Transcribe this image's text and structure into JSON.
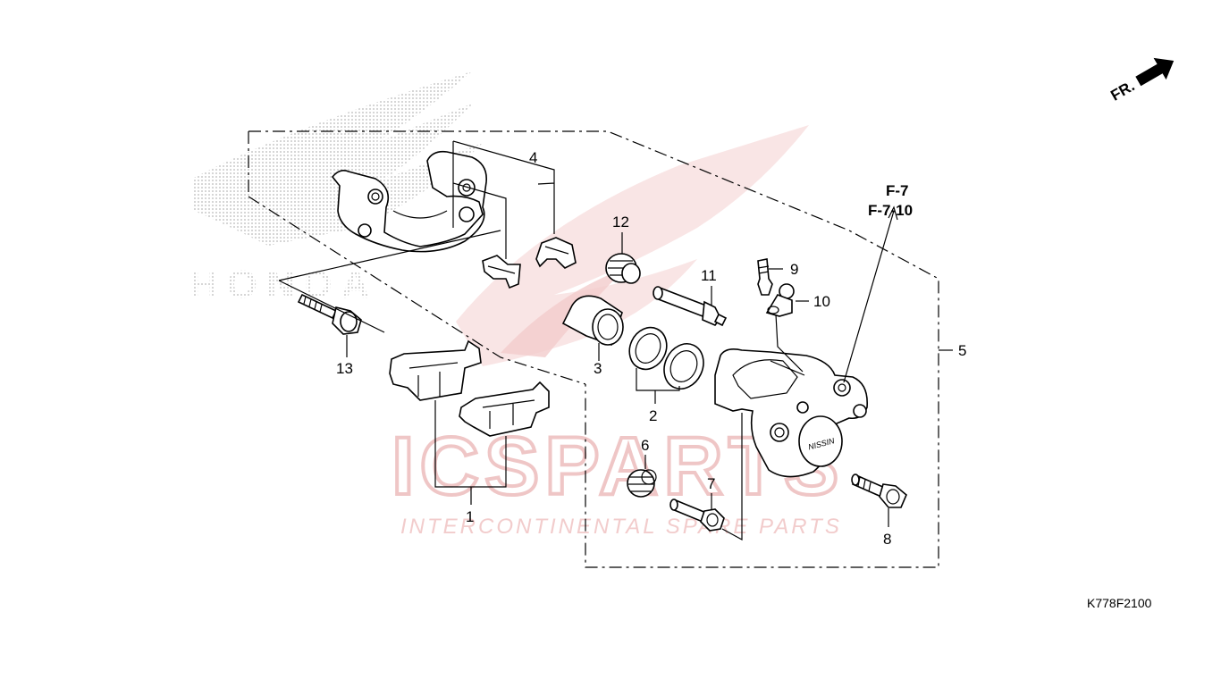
{
  "diagram": {
    "callouts": {
      "p1": "1",
      "p2": "2",
      "p3": "3",
      "p4": "4",
      "p5": "5",
      "p6": "6",
      "p7": "7",
      "p8": "8",
      "p9": "9",
      "p10": "10",
      "p11": "11",
      "p12": "12",
      "p13": "13"
    },
    "references": [
      "F-7",
      "F-7-10"
    ],
    "direction_label": "FR.",
    "drawing_code": "K778F2100",
    "caliper_brand": "NISSIN"
  },
  "watermark": {
    "logo_text": "ICSPARTS",
    "tagline": "INTERCONTINENTAL SPARE PARTS",
    "brand_text": "HONDA",
    "colors": {
      "red": "#f0b5b5",
      "gray_dots": "#b8b8b8"
    }
  }
}
